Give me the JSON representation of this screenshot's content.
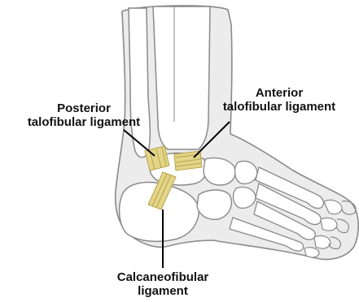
{
  "labels": {
    "posterior_talofibular": [
      "Posterior",
      "talofibular ligament"
    ],
    "anterior_talofibular": [
      "Anterior",
      "talofibular ligament"
    ],
    "calcaneofibular": [
      "Calcaneofibular",
      "ligament"
    ]
  },
  "colors": {
    "outline": "#8a8a8a",
    "skin": "#ececec",
    "bone_fill": "#ffffff",
    "ligament": "#e3d58a",
    "ligament_stripe": "#b7a444",
    "leader_line": "#000000",
    "label_text": "#111111"
  }
}
